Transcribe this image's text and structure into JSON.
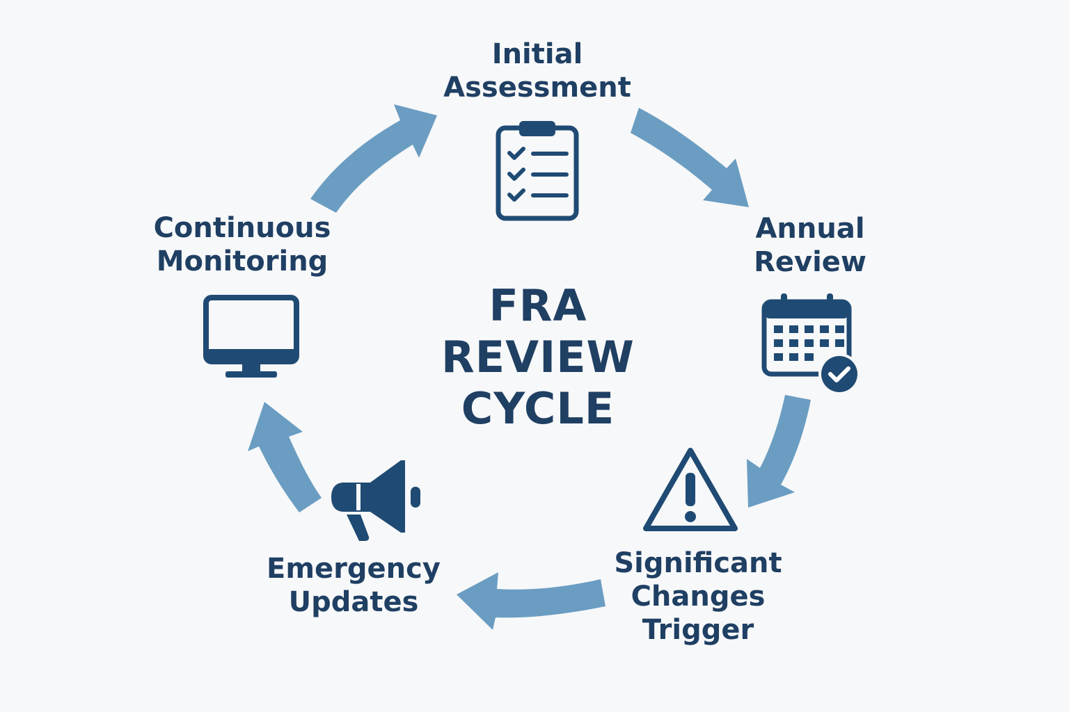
{
  "center_title": [
    "FRA",
    "REVIEW",
    "CYCLE"
  ],
  "steps": [
    {
      "id": "initial",
      "lines": [
        "Initial",
        "Assessment"
      ],
      "icon": "clipboard-checklist-icon"
    },
    {
      "id": "annual",
      "lines": [
        "Annual",
        "Review"
      ],
      "icon": "calendar-check-icon"
    },
    {
      "id": "significant",
      "lines": [
        "Significant",
        "Changes",
        "Trigger"
      ],
      "icon": "warning-triangle-icon"
    },
    {
      "id": "emergency",
      "lines": [
        "Emergency",
        "Updates"
      ],
      "icon": "megaphone-icon"
    },
    {
      "id": "continuous",
      "lines": [
        "Continuous",
        "Monitoring"
      ],
      "icon": "monitor-icon"
    }
  ],
  "colors": {
    "text": "#1f3f63",
    "icon": "#1f4a73",
    "arrow": "#6b9dc2",
    "background": "#f7f8f9"
  }
}
